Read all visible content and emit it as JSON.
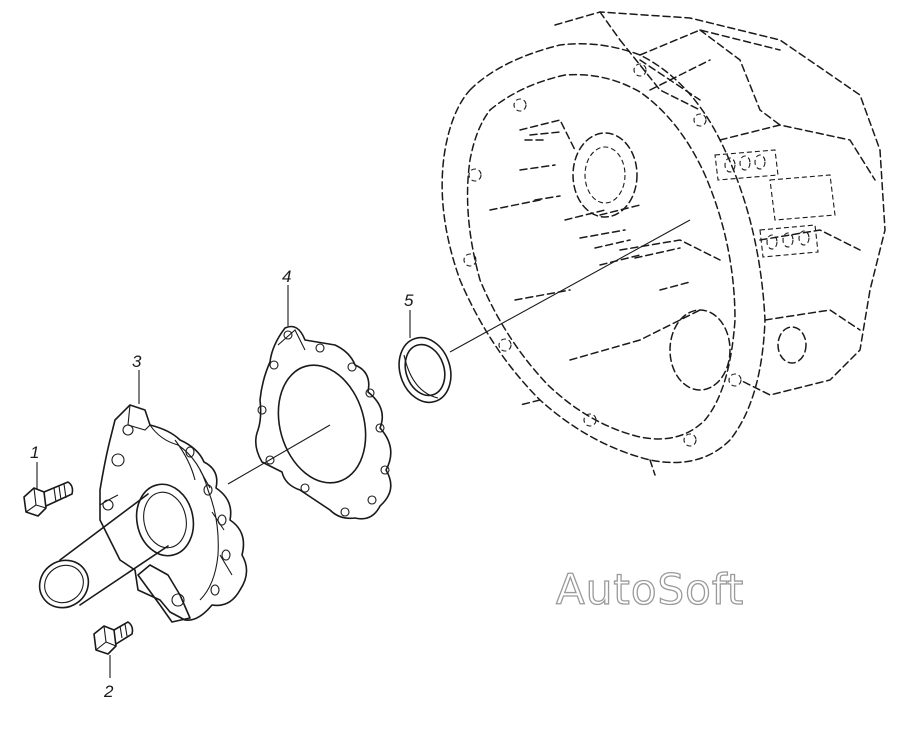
{
  "callouts": [
    {
      "id": "1",
      "label": "1"
    },
    {
      "id": "2",
      "label": "2"
    },
    {
      "id": "3",
      "label": "3"
    },
    {
      "id": "4",
      "label": "4"
    },
    {
      "id": "5",
      "label": "5"
    }
  ],
  "watermark": "AutoSoft",
  "colors": {
    "line": "#1a1a1a",
    "watermark_outline": "#9a9a9a",
    "background": "#ffffff"
  }
}
